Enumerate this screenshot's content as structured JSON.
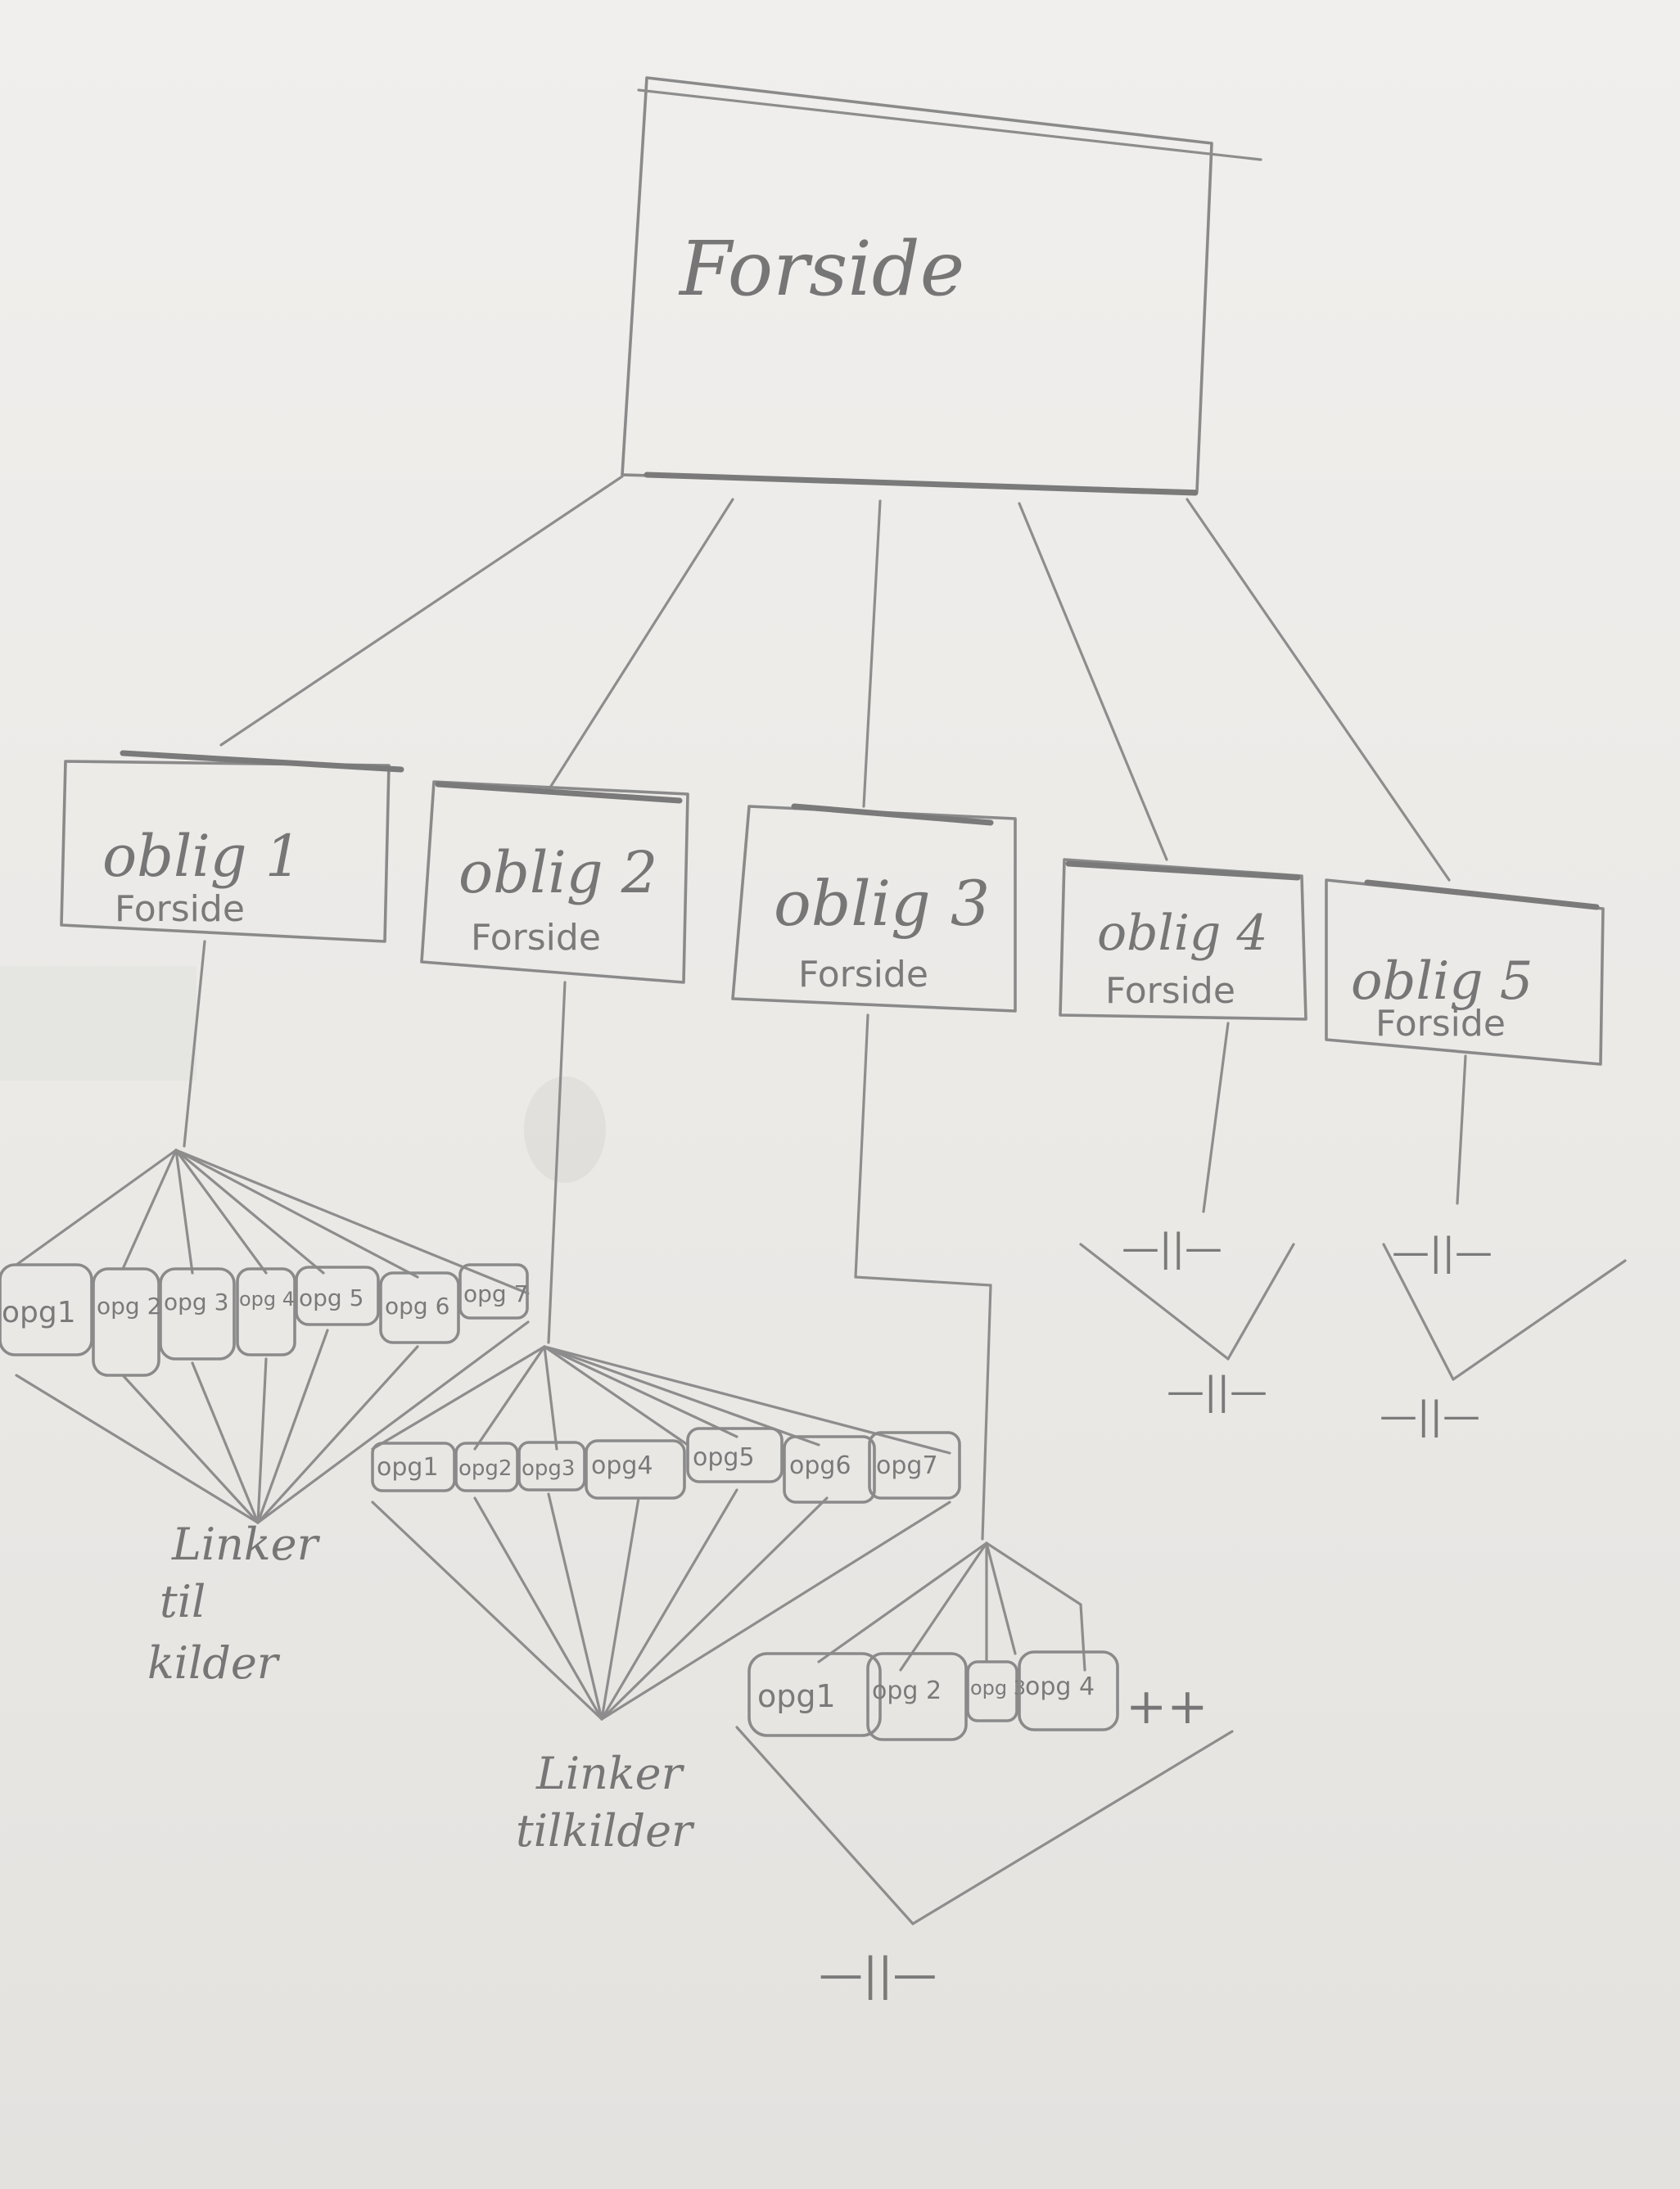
{
  "root": {
    "label": "Forside"
  },
  "obligs": [
    {
      "title": "oblig 1",
      "sub": "Forside"
    },
    {
      "title": "oblig 2",
      "sub": "Forside"
    },
    {
      "title": "oblig 3",
      "sub": "Forside"
    },
    {
      "title": "oblig 4",
      "sub": "Forside"
    },
    {
      "title": "oblig 5",
      "sub": "Forside"
    }
  ],
  "oblig1_tasks": [
    "opg1",
    "opg 2",
    "opg 3",
    "opg 4",
    "opg 5",
    "opg 6",
    "opg 7"
  ],
  "oblig2_tasks": [
    "opg1",
    "opg2",
    "opg3",
    "opg4",
    "opg5",
    "opg6",
    "opg7"
  ],
  "oblig3_tasks": [
    "opg1",
    "opg 2",
    "opg 3",
    "opg 4"
  ],
  "oblig3_more": "++",
  "notes": {
    "oblig1_links": [
      "Linker",
      "til",
      "kilder"
    ],
    "oblig2_links": [
      "Linker",
      "tilkilder"
    ],
    "ditto": "—||—"
  }
}
